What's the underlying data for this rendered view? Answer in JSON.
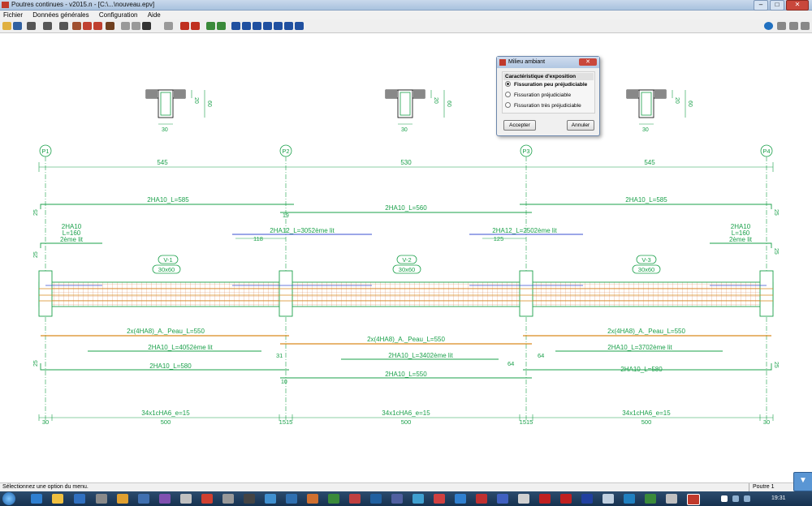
{
  "window": {
    "title": "Poutres continues - v2015.n - [C:\\...\\nouveau.epv]"
  },
  "menu": [
    "Fichier",
    "Données générales",
    "Configuration",
    "Aide"
  ],
  "drawing": {
    "sections": [
      {
        "h1": "20",
        "h2": "60",
        "w": "30"
      },
      {
        "h1": "20",
        "h2": "60",
        "w": "30"
      },
      {
        "h1": "20",
        "h2": "60",
        "w": "30"
      }
    ],
    "supports": [
      "P1",
      "P2",
      "P3",
      "P4"
    ],
    "spans": [
      "545",
      "530",
      "545"
    ],
    "beams": [
      {
        "name": "V-1",
        "size": "30x60"
      },
      {
        "name": "V-2",
        "size": "30x60"
      },
      {
        "name": "V-3",
        "size": "30x60"
      }
    ],
    "top_bars": [
      "2HA10_L=585",
      "2HA10_L=560",
      "2HA10_L=585"
    ],
    "support_top_bars": [
      "2HA12_L=3052ème lit",
      "2HA12_L=2502ème lit"
    ],
    "support_top_lengths": [
      "118",
      "125"
    ],
    "end_bars_left": [
      "2HA10",
      "L=160",
      "2ème lit"
    ],
    "end_bars_right": [
      "2HA10",
      "L=160",
      "2ème lit"
    ],
    "small_marks": {
      "top_left": "25",
      "top_right": "25",
      "mid_top": "19",
      "mid_low_left": "25",
      "mid_low_right": "25",
      "bottom_left": "25",
      "bottom_right": "25",
      "mid_bottom": "10"
    },
    "skin_bars": [
      "2x(4HA8)_A._Peau_L=550",
      "2x(4HA8)_A._Peau_L=550",
      "2x(4HA8)_A._Peau_L=550"
    ],
    "second_layer_bottom": [
      "2HA10_L=4052ème lit",
      "2HA10_L=3402ème lit",
      "2HA10_L=3702ème lit"
    ],
    "second_layer_marks": [
      "31",
      "64",
      "64"
    ],
    "bottom_bars": [
      "2HA10_L=580",
      "2HA10_L=550",
      "2HA10_L=580"
    ],
    "stirrups": [
      "34x1cHA6_e=15",
      "34x1cHA6_e=15",
      "34x1cHA6_e=15"
    ],
    "bottom_dims": {
      "left": "30",
      "span": "500",
      "mid1": "1515",
      "mid2": "1515",
      "right": "30"
    }
  },
  "dialog": {
    "title": "Milieu ambiant",
    "group_title": "Caractéristique d'exposition",
    "options": [
      "Fissuration peu préjudiciable",
      "Fissuration préjudiciable",
      "Fissuration très préjudiciable"
    ],
    "selected_index": 0,
    "accept_label": "Accepter",
    "cancel_label": "Annuler"
  },
  "statusbar": {
    "message": "Sélectionnez une option du menu.",
    "page": "Poutre 1"
  },
  "taskbar": {
    "time": "19:31"
  },
  "colors": {
    "green": "#1aa04a",
    "orange": "#d98a1e",
    "blue": "#3a4fd0",
    "grid": "#e0a070"
  }
}
